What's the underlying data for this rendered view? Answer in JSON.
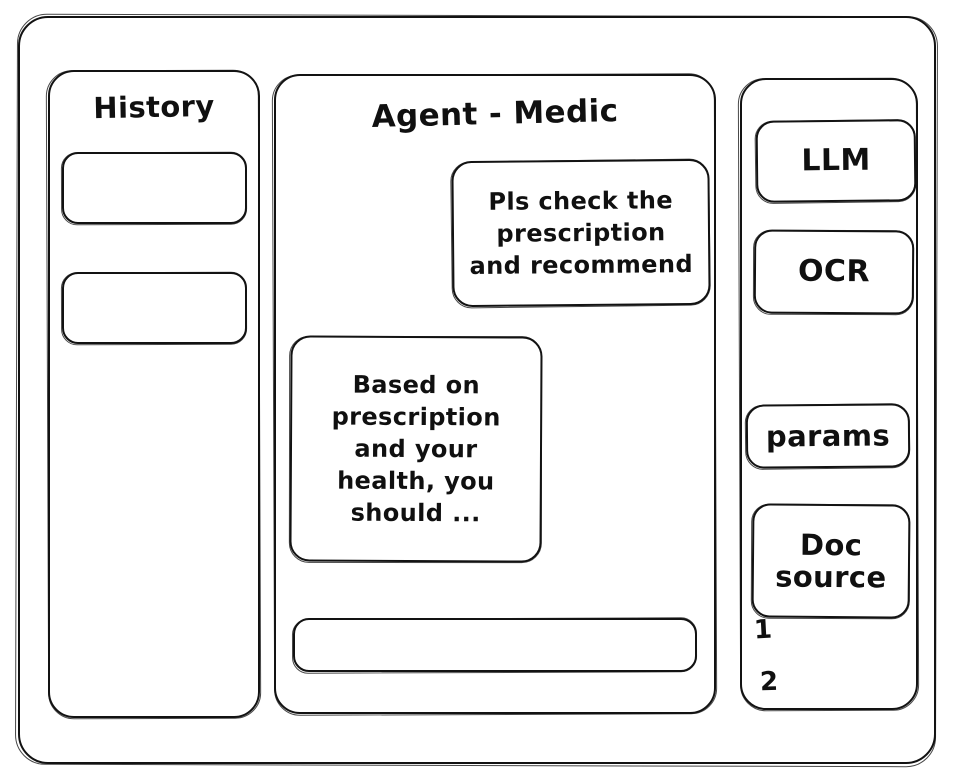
{
  "window": {
    "style": "hand-drawn-wireframe",
    "stroke_color": "#121212",
    "background_color": "#ffffff"
  },
  "sidebar_history": {
    "title": "History",
    "items": [
      {
        "label": ""
      },
      {
        "label": ""
      }
    ]
  },
  "main": {
    "title": "Agent - Medic",
    "messages": [
      {
        "role": "user",
        "text": "Pls check the\nprescription\nand recommend"
      },
      {
        "role": "agent",
        "text": "Based on\nprescription\nand your\nhealth, you\nshould ..."
      }
    ],
    "composer": {
      "value": "",
      "placeholder": ""
    }
  },
  "sidebar_tools": {
    "buttons": [
      {
        "label": "LLM"
      },
      {
        "label": "OCR"
      },
      {
        "label": "params"
      }
    ],
    "doc_source": {
      "label": "Doc\nsource",
      "refs": [
        {
          "label": "1"
        },
        {
          "label": "2"
        }
      ]
    }
  }
}
